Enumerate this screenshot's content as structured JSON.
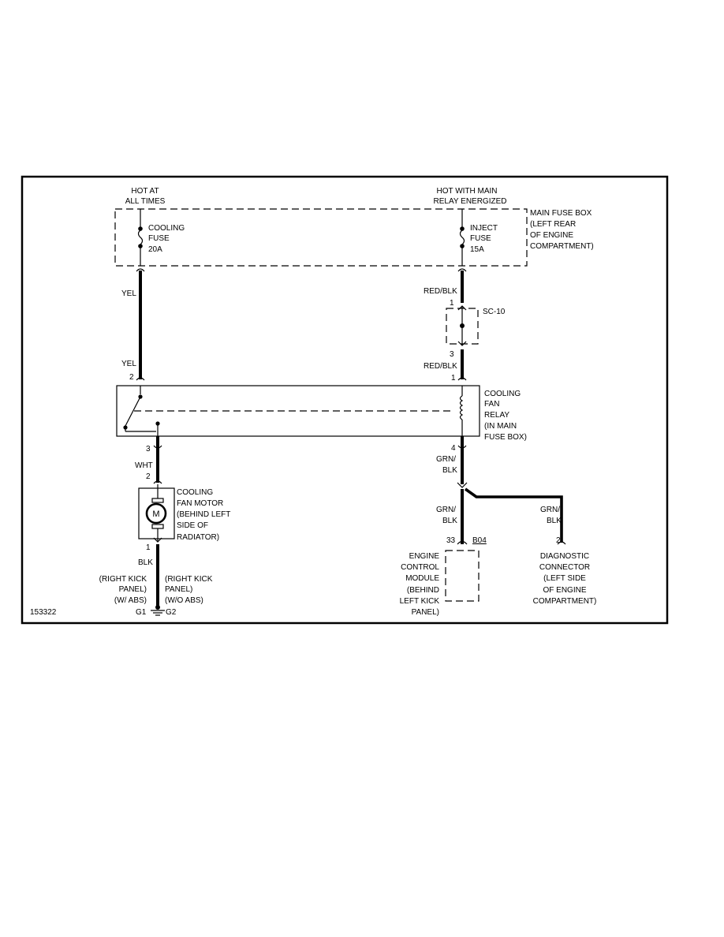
{
  "figure_id": "153322",
  "power": {
    "left": [
      "HOT AT",
      "ALL TIMES"
    ],
    "right": [
      "HOT WITH MAIN",
      "RELAY ENERGIZED"
    ]
  },
  "main_fuse_box": [
    "MAIN FUSE BOX",
    "(LEFT REAR",
    "OF ENGINE",
    "COMPARTMENT)"
  ],
  "fuses": {
    "cooling": [
      "COOLING",
      "FUSE",
      "20A"
    ],
    "inject": [
      "INJECT",
      "FUSE",
      "15A"
    ]
  },
  "wires": {
    "yel": "YEL",
    "red_blk": "RED/BLK",
    "wht": "WHT",
    "blk": "BLK",
    "grn_blk": [
      "GRN/",
      "BLK"
    ]
  },
  "pins": {
    "sc_top": "1",
    "sc_bottom": "3",
    "relay_left_top": "2",
    "relay_right_top": "1",
    "relay_left_bottom": "3",
    "relay_right_bottom": "4",
    "motor_top": "2",
    "motor_bottom": "1",
    "ecm": "33",
    "diag": "2"
  },
  "splice": "SC-10",
  "relay": [
    "COOLING",
    "FAN",
    "RELAY",
    "(IN MAIN",
    "FUSE BOX)"
  ],
  "motor": {
    "symbol": "M",
    "label": [
      "COOLING",
      "FAN MOTOR",
      "(BEHIND LEFT",
      "SIDE OF",
      "RADIATOR)"
    ]
  },
  "grounds": {
    "left_note": [
      "(RIGHT KICK",
      "PANEL)",
      "(W/ ABS)"
    ],
    "right_note": [
      "(RIGHT KICK",
      "PANEL)",
      "(W/O ABS)"
    ],
    "g1": "G1",
    "g2": "G2"
  },
  "ecm": {
    "connector": "B04",
    "label": [
      "ENGINE",
      "CONTROL",
      "MODULE",
      "(BEHIND",
      "LEFT KICK",
      "PANEL)"
    ]
  },
  "diagnostic": [
    "DIAGNOSTIC",
    "CONNECTOR",
    "(LEFT SIDE",
    "OF ENGINE",
    "COMPARTMENT)"
  ]
}
